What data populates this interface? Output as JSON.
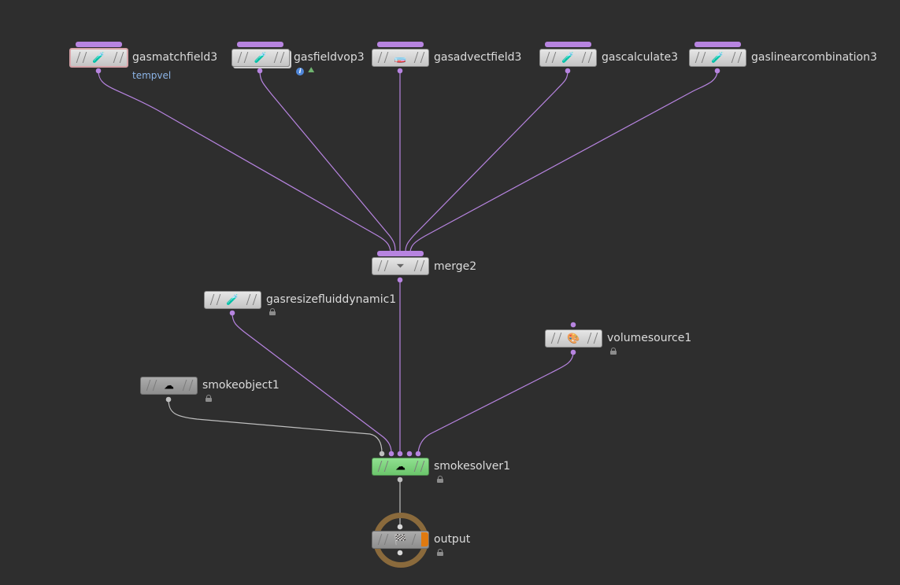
{
  "network": {
    "colors": {
      "background": "#2e2e2e",
      "wire_purple": "#b784e0",
      "wire_gray": "#bfbfbf",
      "solver_green": "#7cd67c",
      "info_badge": "#4f86d8",
      "output_accent": "#e07a10"
    },
    "nodes": {
      "gasmatchfield3": {
        "label": "gasmatchfield3",
        "comment": "tempvel",
        "icon": "gas-microsolver-icon",
        "selected": true
      },
      "gasfieldvop3": {
        "label": "gasfieldvop3",
        "icon": "gas-microsolver-icon",
        "badges": [
          "info-icon",
          "vop-icon"
        ]
      },
      "gasadvectfield3": {
        "label": "gasadvectfield3",
        "icon": "advect-icon"
      },
      "gascalculate3": {
        "label": "gascalculate3",
        "icon": "gas-microsolver-icon"
      },
      "gaslinearcombination3": {
        "label": "gaslinearcombination3",
        "icon": "gas-microsolver-icon"
      },
      "merge2": {
        "label": "merge2",
        "icon": "funnel-icon"
      },
      "gasresizefluiddynamic1": {
        "label": "gasresizefluiddynamic1",
        "icon": "gas-microsolver-icon",
        "locked": true
      },
      "volumesource1": {
        "label": "volumesource1",
        "icon": "volume-source-icon",
        "locked": true
      },
      "smokeobject1": {
        "label": "smokeobject1",
        "icon": "smoke-object-icon",
        "locked": true
      },
      "smokesolver1": {
        "label": "smokesolver1",
        "icon": "smoke-solver-icon",
        "locked": true,
        "color": "green"
      },
      "output": {
        "label": "output",
        "icon": "checkered-flag-icon",
        "locked": true,
        "display_flag": true
      }
    }
  }
}
